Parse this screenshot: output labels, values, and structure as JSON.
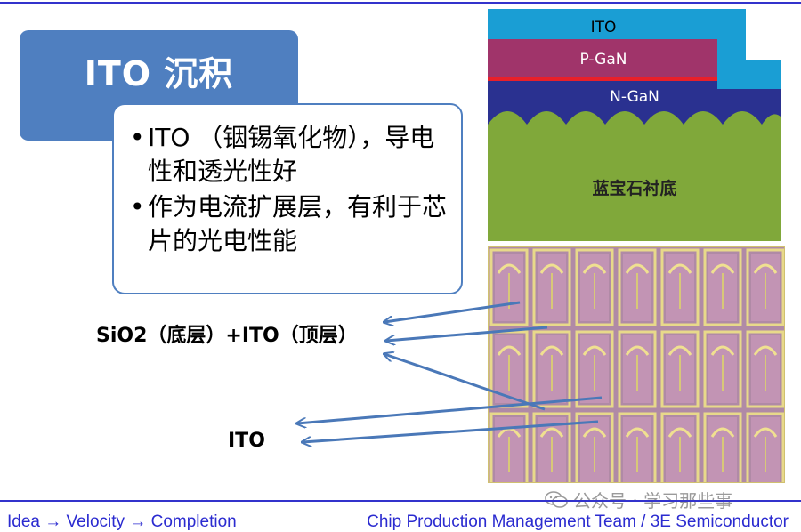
{
  "slide": {
    "title": "ITO 沉积",
    "bullets": [
      {
        "text": "ITO （铟锡氧化物），导电性和透光性好"
      },
      {
        "text": "作为电流扩展层，有利于芯片的光电性能"
      }
    ],
    "label_sio2_ito": "SiO2（底层）+ITO（顶层）",
    "label_ito": "ITO"
  },
  "diagram": {
    "layer_ito": "ITO",
    "layer_pgan": "P-GaN",
    "layer_ngan": "N-GaN",
    "substrate": "蓝宝石衬底",
    "colors": {
      "ito": "#1a9ed4",
      "pgan": "#a0346a",
      "ngan": "#2a3190",
      "substrate": "#80a83a",
      "junction": "#e8202a"
    }
  },
  "footer": {
    "left_parts": [
      "Idea",
      "Velocity",
      "Completion"
    ],
    "arrow": "→",
    "right": "Chip Production Management Team / 3E Semiconductor"
  },
  "watermark": {
    "text": "公众号 · 学习那些事",
    "icon": "wechat-icon"
  }
}
